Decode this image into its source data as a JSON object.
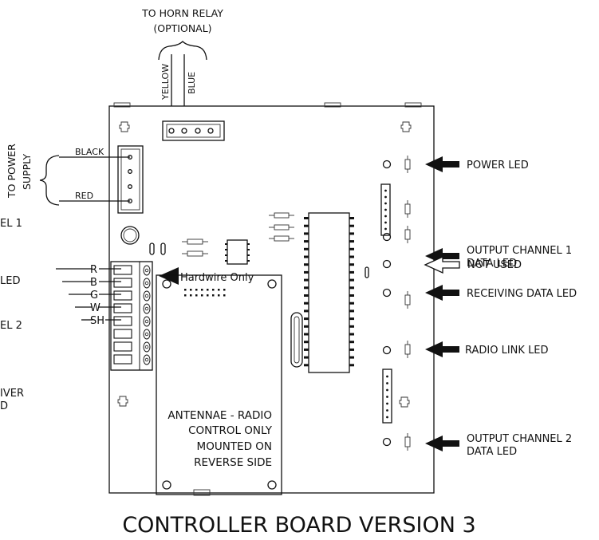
{
  "title": "CONTROLLER BOARD VERSION 3",
  "horn_relay": {
    "line1": "TO HORN RELAY",
    "line2": "(OPTIONAL)",
    "wire_yellow": "YELLOW",
    "wire_blue": "BLUE"
  },
  "power_supply": {
    "line1": "TO POWER",
    "line2": "SUPPLY",
    "wire_black": "BLACK",
    "wire_red": "RED"
  },
  "left_cut_labels": [
    "EL 1",
    "LED",
    "EL 2",
    "IVER",
    "D"
  ],
  "terminal_wires": [
    "R",
    "B",
    "G",
    "W",
    "SH"
  ],
  "hardwire_label": "Hardwire Only",
  "antenna_note": [
    "ANTENNAE - RADIO",
    "CONTROL ONLY",
    "MOUNTED ON",
    "REVERSE SIDE"
  ],
  "right_labels": {
    "power_led": "POWER LED",
    "output_ch1": [
      "OUTPUT CHANNEL 1",
      "DATA LED"
    ],
    "not_used": "NOT USED",
    "receiving": "RECEIVING DATA LED",
    "radio_link": "RADIO LINK LED",
    "output_ch2": [
      "OUTPUT CHANNEL 2",
      "DATA LED"
    ]
  }
}
